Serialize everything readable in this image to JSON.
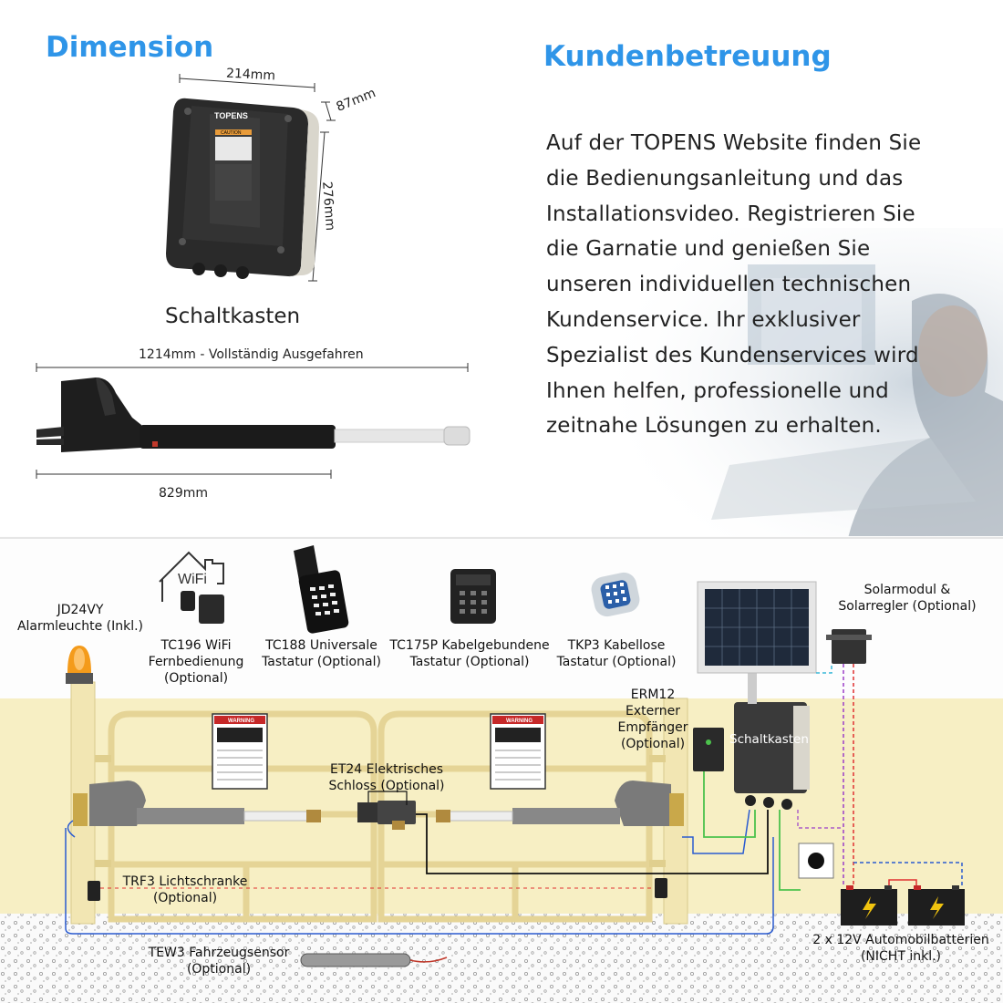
{
  "left": {
    "title": "Dimension",
    "dims": {
      "width": "214mm",
      "depth": "87mm",
      "height": "276mm",
      "control_box_caption": "Schaltkasten",
      "extended": "1214mm - Vollständig Ausgefahren",
      "retracted": "829mm"
    },
    "box_brand": "TOPENS",
    "box_caution": "CAUTION"
  },
  "right": {
    "title": "Kundenbetreuung",
    "paragraph_lines": [
      "Auf der TOPENS Website finden Sie",
      "die Bedienungsanleitung und das",
      "Installationsvideo. Registrieren Sie",
      "die Garnatie und genießen Sie",
      "unseren individuellen technischen",
      "Kundenservice. Ihr exklusiver",
      "Spezialist des Kundenservices wird",
      "Ihnen helfen, professionelle und",
      "zeitnahe Lösungen zu erhalten."
    ]
  },
  "diagram": {
    "alarm_light": [
      "JD24VY",
      "Alarmleuchte (Inkl.)"
    ],
    "wifi_remote": [
      "TC196 WiFi",
      "Fernbedienung",
      "(Optional)"
    ],
    "wifi_text": "WiFi",
    "universal_keypad": [
      "TC188 Universale",
      "Tastatur (Optional)"
    ],
    "wired_keypad": [
      "TC175P Kabelgebundene",
      "Tastatur (Optional)"
    ],
    "wireless_keypad": [
      "TKP3 Kabellose",
      "Tastatur (Optional)"
    ],
    "solar": [
      "Solarmodul &",
      "Solarregler (Optional)"
    ],
    "receiver": [
      "ERM12",
      "Externer",
      "Empfänger",
      "(Optional)"
    ],
    "control_box": "Schaltkasten",
    "lock": [
      "ET24 Elektrisches",
      "Schloss (Optional)"
    ],
    "photocell": [
      "TRF3 Lichtschranke",
      "(Optional)"
    ],
    "vehicle_sensor": [
      "TEW3 Fahrzeugsensor",
      "(Optional)"
    ],
    "batteries": [
      "2 x 12V Automobilbatterien",
      "(NICHT inkl.)"
    ],
    "warning_sign": "WARNING",
    "colors": {
      "wall": "#f7efc4",
      "gate": "#f4e7b5",
      "wire_blue": "#2a5bd0",
      "wire_green": "#4cc24c",
      "wire_purple": "#9b3fc8",
      "wire_red": "#e03030",
      "wire_cyan": "#39b8d8",
      "heading": "#2f95e8"
    }
  }
}
